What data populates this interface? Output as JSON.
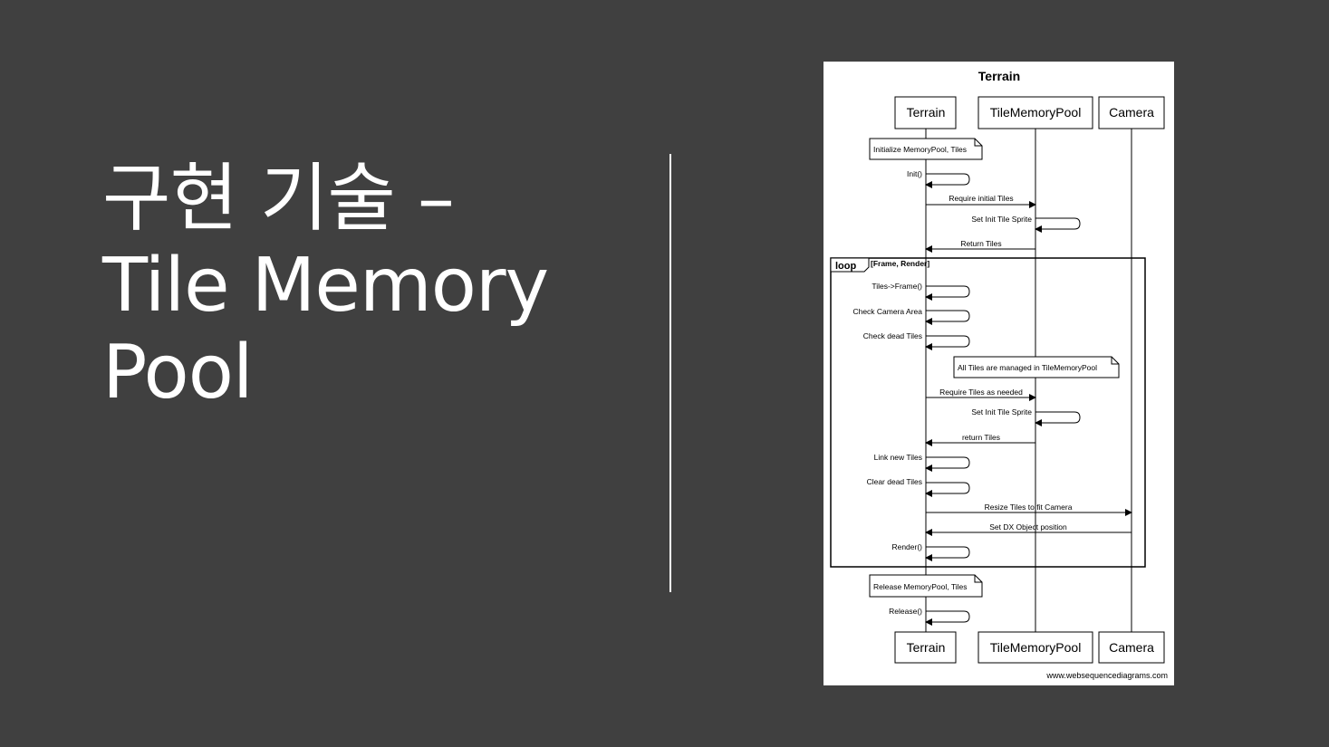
{
  "slide": {
    "title_line1": "구현 기술 –",
    "title_line2": "Tile Memory",
    "title_line3": "Pool"
  },
  "diagram": {
    "title": "Terrain",
    "participants": [
      "Terrain",
      "TileMemoryPool",
      "Camera"
    ],
    "note_init": "Initialize MemoryPool, Tiles",
    "msg_init": "Init()",
    "msg_require_initial": "Require initial Tiles",
    "msg_set_init_sprite_1": "Set Init Tile Sprite",
    "msg_return_tiles": "Return Tiles",
    "loop_label": "loop",
    "loop_condition": "[Frame, Render]",
    "msg_tiles_frame": "Tiles->Frame()",
    "msg_check_camera": "Check Camera Area",
    "msg_check_dead": "Check dead Tiles",
    "note_managed": "All Tiles are managed in TileMemoryPool",
    "msg_require_needed": "Require Tiles as needed",
    "msg_set_init_sprite_2": "Set Init Tile Sprite",
    "msg_return_tiles_2": "return Tiles",
    "msg_link_new": "Link new Tiles",
    "msg_clear_dead": "Clear dead Tiles",
    "msg_resize": "Resize Tiles to fit Camera",
    "msg_set_dx": "Set DX Object position",
    "msg_render": "Render()",
    "note_release": "Release MemoryPool, Tiles",
    "msg_release": "Release()",
    "watermark": "www.websequencediagrams.com"
  }
}
